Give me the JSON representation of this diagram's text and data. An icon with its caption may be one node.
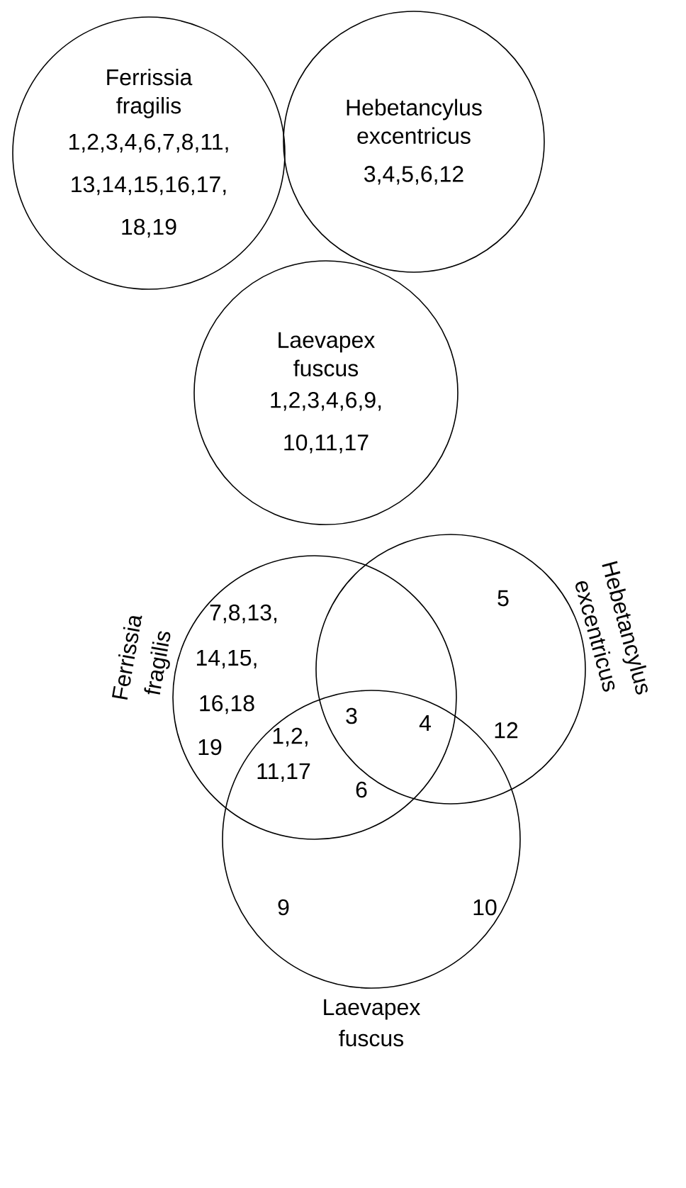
{
  "diagram": {
    "nodes": [
      {
        "text": [
          "Ferrissia fragilis",
          "1,2,3,4,6,7,8,11, 13,14,15,16,17, 18,19"
        ]
      },
      {
        "text": [
          "Hebetancylus excentricus",
          "3,4,5,6,12"
        ]
      },
      {
        "text": [
          "Laevapex fuscus",
          "1,2,3,4,6,9, 10,11,17"
        ]
      },
      {
        "text": [
          "Ferrissia fragilis"
        ]
      },
      {
        "text": [
          "Hebetancylus excentricus"
        ]
      },
      {
        "text": [
          "Laevapex fuscus"
        ]
      }
    ],
    "labels": [
      "7,8,13,",
      "5",
      "14,15,",
      "3",
      "4",
      "16,18",
      "1,2,",
      "12",
      "19",
      "11,17",
      "6",
      "9",
      "10"
    ]
  }
}
